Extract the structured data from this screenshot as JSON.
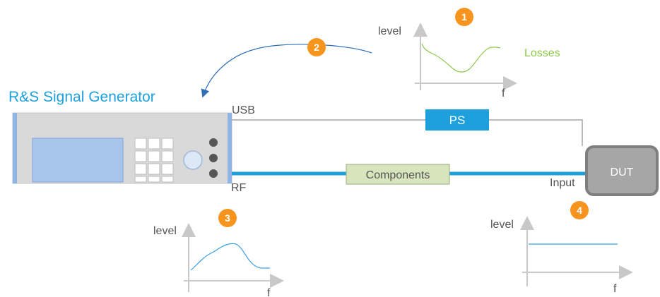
{
  "title": "R&S Signal Generator",
  "ports": {
    "usb": "USB",
    "rf": "RF",
    "input": "Input"
  },
  "boxes": {
    "ps": "PS",
    "components": "Components",
    "dut": "DUT"
  },
  "graph_losses": {
    "y_label": "level",
    "x_label": "f",
    "series_label": "Losses"
  },
  "graph_generator": {
    "y_label": "level",
    "x_label": "f"
  },
  "graph_input": {
    "y_label": "level",
    "x_label": "f"
  },
  "badges": [
    "1",
    "2",
    "3",
    "4"
  ],
  "colors": {
    "accent": "#1ea0dc",
    "badge": "#f7941d",
    "losses": "#8cc84b",
    "components_fill": "#d8e4bc",
    "dut": "#a6a6a6",
    "generator_body": "#d9d9d9",
    "screen": "#a8c5ec"
  }
}
